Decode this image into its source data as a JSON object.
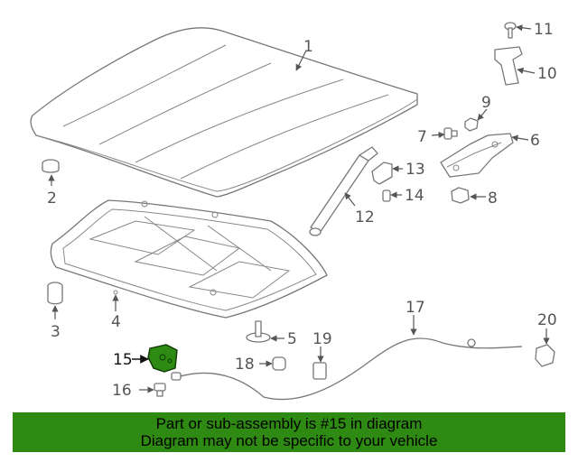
{
  "callouts": {
    "c1": "1",
    "c2": "2",
    "c3": "3",
    "c4": "4",
    "c5": "5",
    "c6": "6",
    "c7": "7",
    "c8": "8",
    "c9": "9",
    "c10": "10",
    "c11": "11",
    "c12": "12",
    "c13": "13",
    "c14": "14",
    "c15": "15",
    "c16": "16",
    "c17": "17",
    "c18": "18",
    "c19": "19",
    "c20": "20"
  },
  "highlight_color": "#2e8a12",
  "banner": {
    "line1": "Part or sub-assembly is #15 in diagram",
    "line2": "Diagram may not be specific to your vehicle"
  }
}
